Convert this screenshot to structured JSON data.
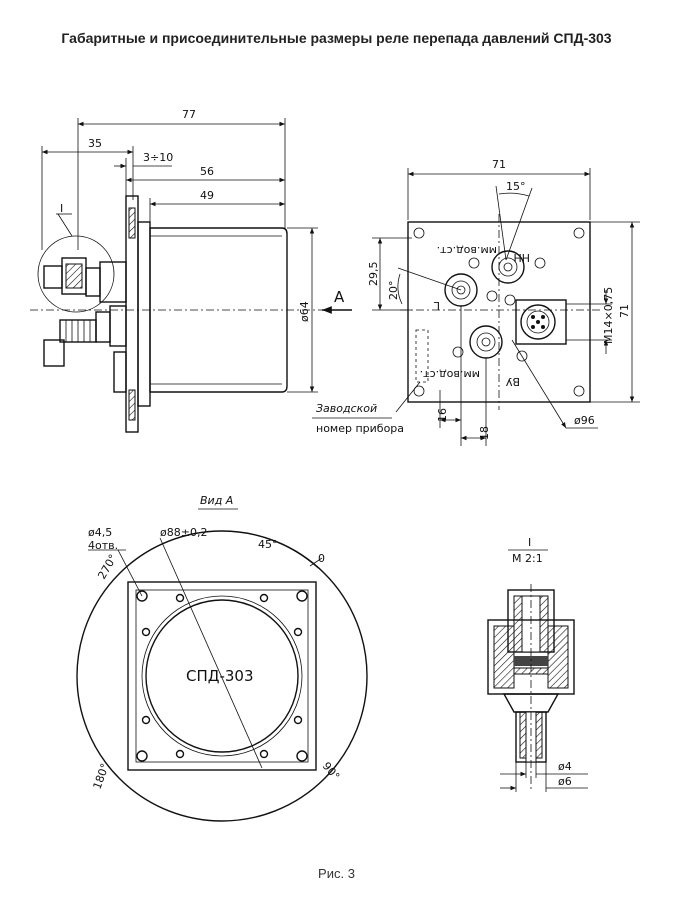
{
  "title": "Габаритные и присоединительные размеры реле перепада давлений СПД-303",
  "caption": "Рис. 3",
  "side_view": {
    "dims": [
      "77",
      "35",
      "3÷10",
      "56",
      "49",
      "ø64"
    ],
    "detail_marker": "I",
    "view_marker": "A"
  },
  "front_view": {
    "dims": [
      "71",
      "15°",
      "29,5",
      "20°",
      "M14×0,75",
      "71",
      "16",
      "18",
      "ø96"
    ],
    "labels": [
      "мм.вод.ст.",
      "НН",
      "L",
      "мм.вод.ст.",
      "ВУ"
    ],
    "plate_label_1": "Заводской",
    "plate_label_2": "номер прибора"
  },
  "view_a": {
    "heading": "Вид А",
    "hole_dia": "ø4,5",
    "hole_count": "4отв.",
    "bolt_circle": "ø88±0,2",
    "angle_45": "45°",
    "angle_0": "0",
    "angle_270": "270°",
    "angle_180": "180°",
    "angle_90": "90°",
    "device_name": "СПД-303"
  },
  "detail": {
    "marker": "I",
    "scale": "M 2:1",
    "dim_small": "ø4",
    "dim_large": "ø6"
  }
}
